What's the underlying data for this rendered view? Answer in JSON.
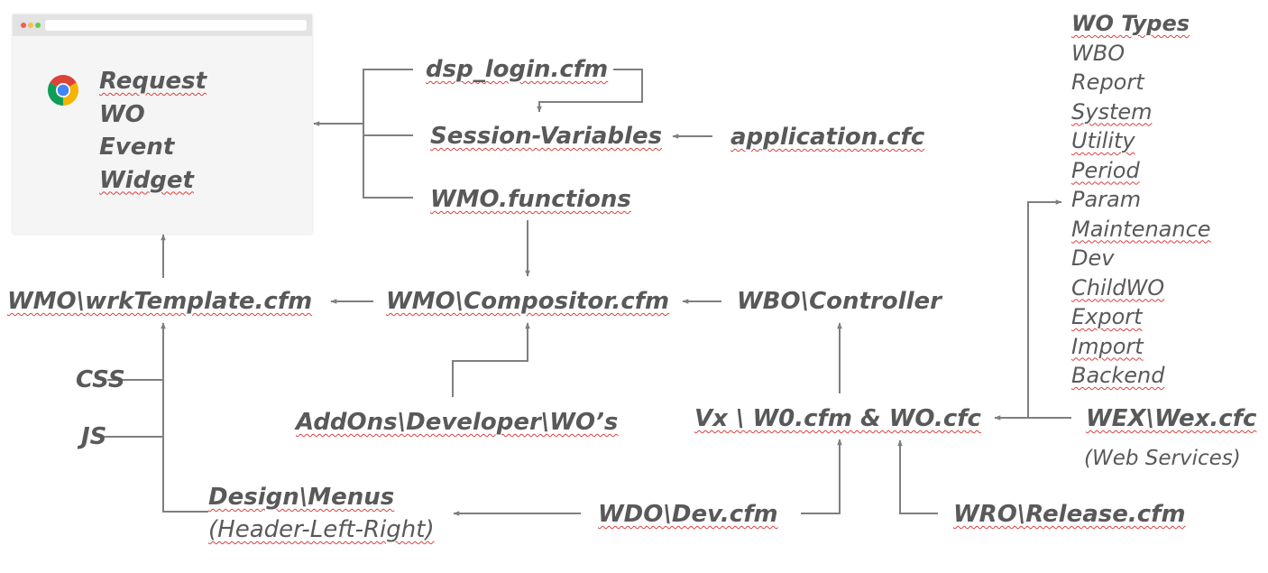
{
  "browser": {
    "lines": [
      "Request",
      "WO",
      "Event",
      "Widget"
    ]
  },
  "nodes": {
    "dsp_login": "dsp_login.cfm",
    "session_variables": "Session-Variables",
    "application_cfc": "application.cfc",
    "wmo_functions": "WMO.functions",
    "wmo_wrktemplate": "WMO\\wrkTemplate.cfm",
    "wmo_compositor": "WMO\\Compositor.cfm",
    "wbo_controller": "WBO\\Controller",
    "css": "CSS",
    "js": "JS",
    "addons_developer": "AddOns\\Developer\\WO’s",
    "vx_wo": "Vx \\ W0.cfm & WO.cfc",
    "wex": "WEX\\Wex.cfc",
    "wex_note": "(Web Services)",
    "design_menus": "Design\\Menus",
    "design_menus_note": "(Header-Left-Right)",
    "wdo_dev": "WDO\\Dev.cfm",
    "wro_release": "WRO\\Release.cfm"
  },
  "wo_types": {
    "title": "WO Types",
    "items": [
      "WBO",
      "Report",
      "System",
      "Utility",
      "Period",
      "Param",
      "Maintenance",
      "Dev",
      "ChildWO",
      "Export",
      "Import",
      "Backend"
    ]
  },
  "colors": {
    "text": "#595959",
    "connector": "#7f7f7f",
    "spellcheck_underline": "#d94040",
    "browser_bg": "#f5f5f5",
    "browser_titlebar": "#e3e3e3",
    "dot_red": "#ec5f57",
    "dot_yellow": "#f4bf4f",
    "dot_green": "#5ecb4e"
  },
  "icons": {
    "browser_logo": "chrome-icon"
  }
}
